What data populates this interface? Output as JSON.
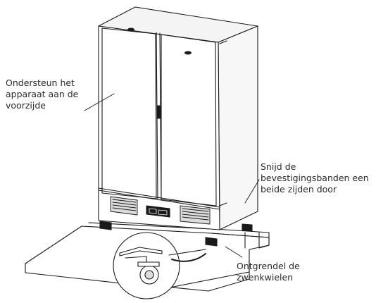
{
  "annotations": {
    "support_front": "Ondersteun het\napparaat aan de\nvoorzijde",
    "cut_straps": "Snijd de\nbevestigingsbanden een\nbeide zijden door",
    "release_casters": "Ontgrendel de\nzwenkwielen"
  },
  "colors": {
    "line": "#1a1a1a",
    "fill": "#ffffff",
    "shade": "#e6e6e6",
    "text": "#2a2a2a"
  },
  "icons": [
    "brand-logo-icon",
    "control-panel-icon",
    "ventilation-grille-icon",
    "caster-wheel-icon"
  ]
}
